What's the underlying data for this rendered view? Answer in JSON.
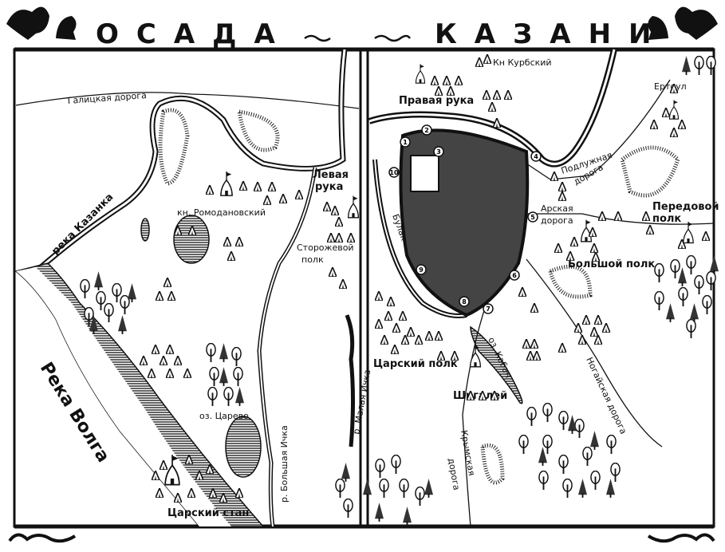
{
  "title": {
    "word1": "ОСАДА",
    "word2": "КАЗАНИ"
  },
  "colors": {
    "ink": "#111111",
    "paper": "#ffffff"
  },
  "left_panel": {
    "labels": {
      "galitskaya_road": "Галицкая дорога",
      "kazanka_river": "река Казанка",
      "romodanovsky": "кн. Ромодановский",
      "left_hand": "Левая",
      "left_hand2": "рука",
      "guard_regiment": "Сторожевой",
      "guard_regiment2": "полк",
      "volga_river": "Река Волга",
      "lake_tsarevo": "оз. Царево",
      "tsar_camp": "Царский стан",
      "bolshaya_ichka": "р. Большая Ичка"
    }
  },
  "right_panel": {
    "labels": {
      "kurbsky": "Кн Курбский",
      "right_hand": "Правая рука",
      "ertoul": "Ертоул",
      "podluzhnaya_road": "Подлужная",
      "podluzhnaya_road2": "дорога",
      "arskaya_road": "Арская",
      "arskaya_road2": "дорога",
      "forward_regiment": "Передовой",
      "forward_regiment2": "полк",
      "big_regiment": "Большой полк",
      "bulak": "Булак",
      "tsar_regiment": "Царский полк",
      "lake_kaban": "оз. Кабан",
      "shigaley": "Шигалей",
      "nogai_road": "Ногайская дорога",
      "crimean_road": "Крымская",
      "crimean_road2": "дорога",
      "malaya_ichka": "р. Малая Ичка"
    },
    "fortress_markers": [
      "1",
      "2",
      "3",
      "4",
      "5",
      "6",
      "7",
      "8",
      "9",
      "10"
    ]
  }
}
